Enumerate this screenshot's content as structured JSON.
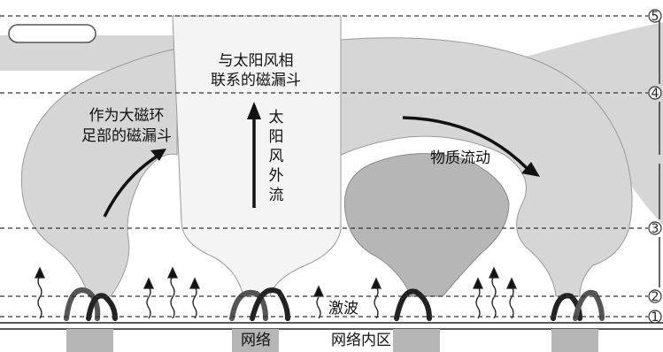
{
  "labels": {
    "funnel_top": [
      "与太阳风相",
      "联系的磁漏斗"
    ],
    "funnel_foot": [
      "作为大磁环",
      "足部的磁漏斗"
    ],
    "solar_wind": [
      "太",
      "阳",
      "风",
      "外",
      "流"
    ],
    "mass_flow": "物质流动",
    "shock": "激波",
    "network": "网络",
    "internetwork": "网络内区"
  },
  "levels": [
    "1",
    "2",
    "3",
    "4",
    "5"
  ],
  "colors": {
    "light_gray": "#d6d6d6",
    "dark_gray": "#b6b6b6",
    "funnel_fill": "#f4f4f4",
    "loop_stroke": "#555555",
    "arrow": "#111111"
  }
}
